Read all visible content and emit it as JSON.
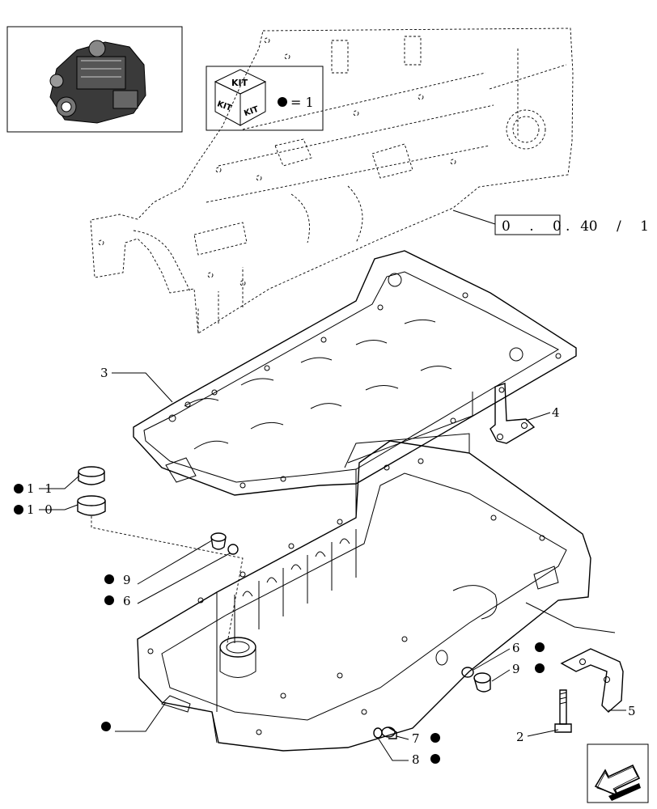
{
  "kit_box": {
    "top": "KIT",
    "left": "KIT",
    "right": "KIT",
    "legend": "= 1"
  },
  "reference": {
    "boxed": "0 . 0 4",
    "suffix": ". 0 / 1"
  },
  "callouts": {
    "c3": "3",
    "c4": "4",
    "c11": "1 1",
    "c10": "1 0",
    "c9a": "9",
    "c6a": "6",
    "c6b": "6",
    "c9b": "9",
    "c5": "5",
    "c2": "2",
    "c7": "7",
    "c8": "8"
  }
}
